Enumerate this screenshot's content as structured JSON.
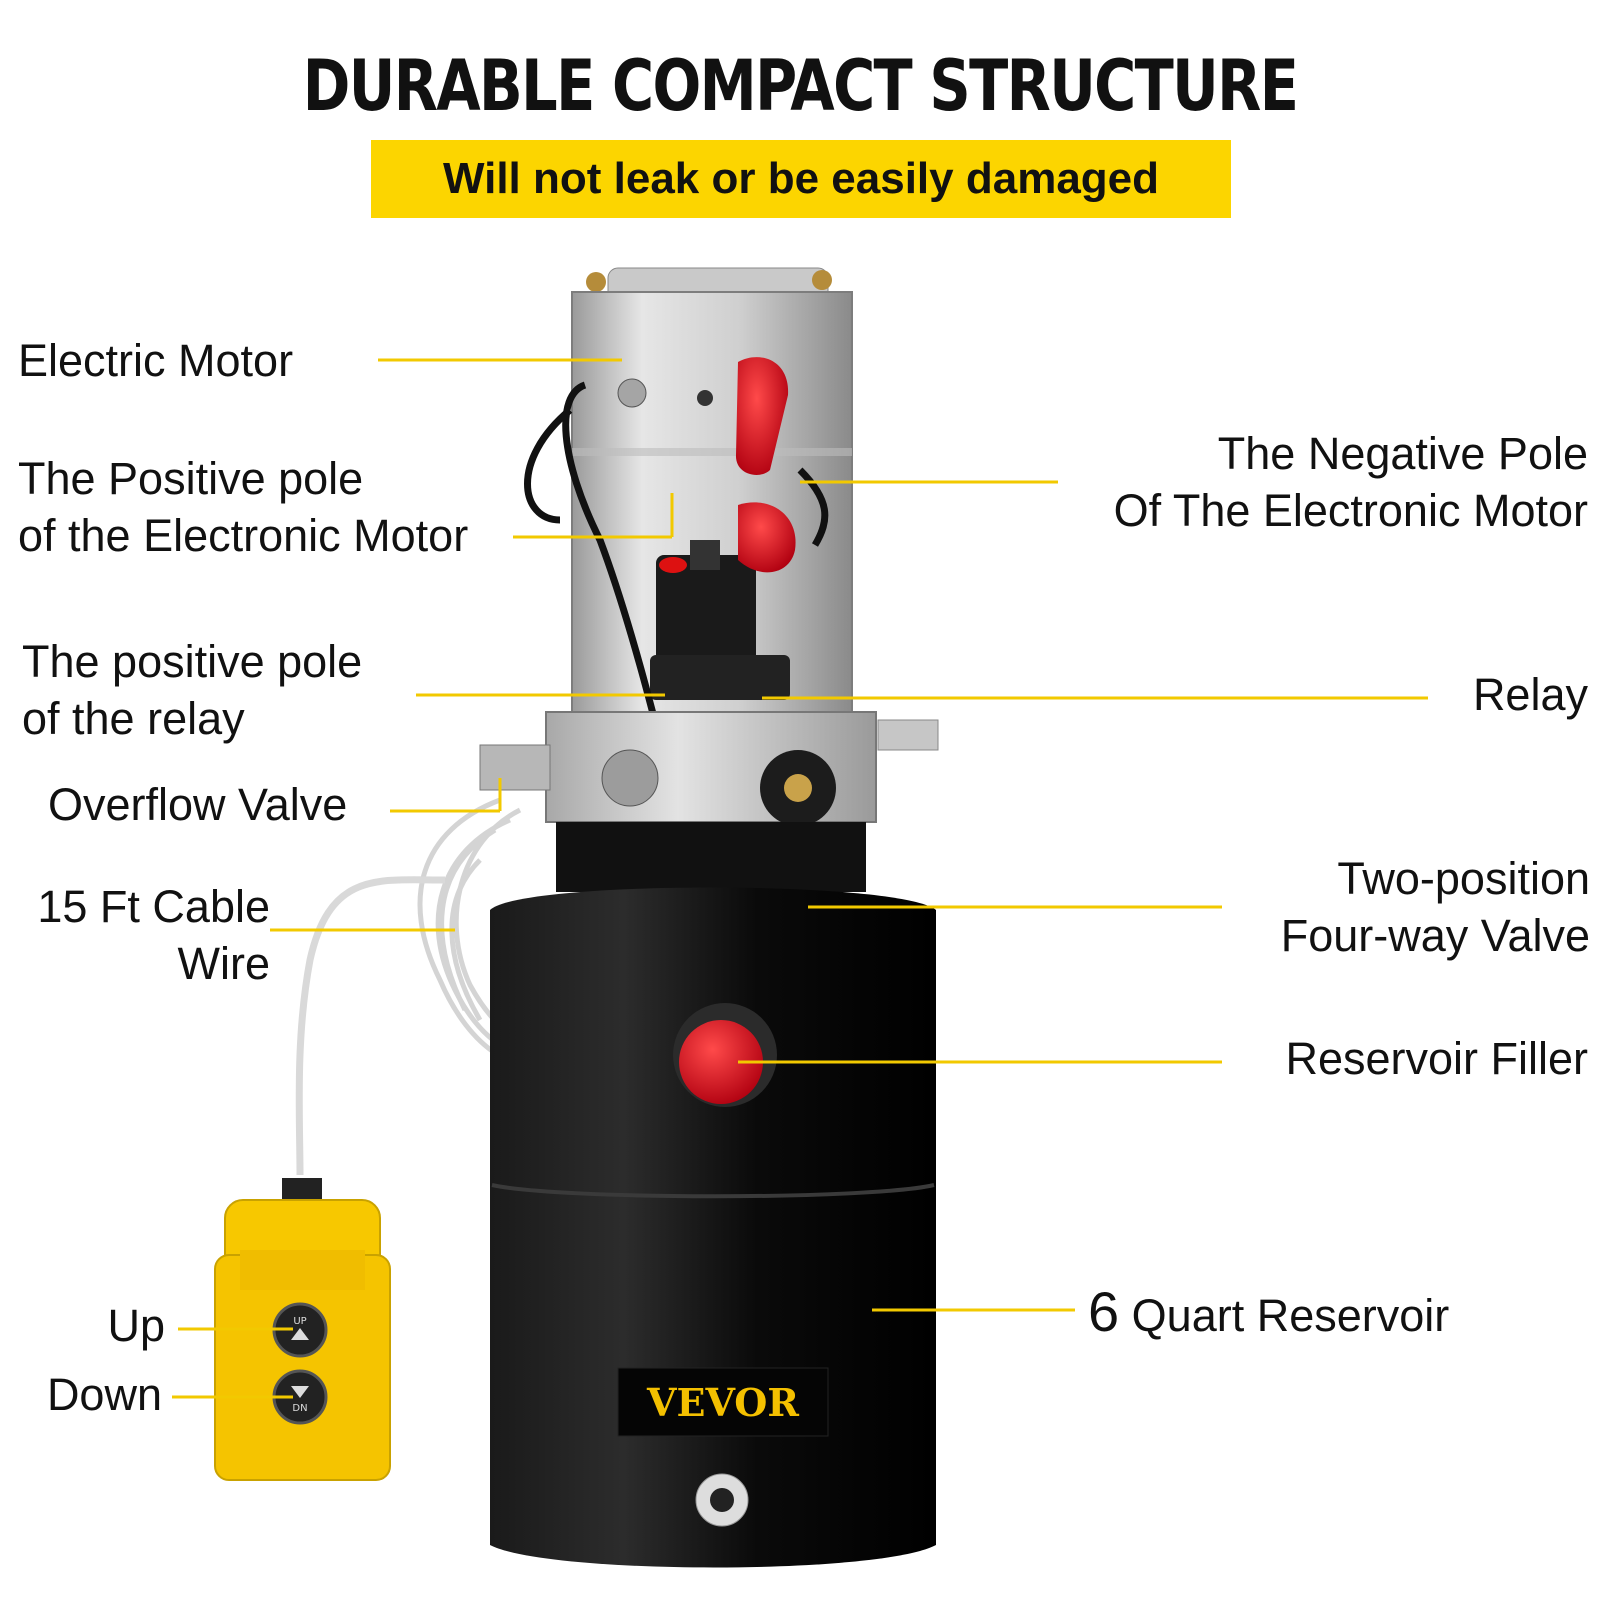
{
  "header": {
    "title": "DURABLE COMPACT STRUCTURE",
    "subtitle": "Will not leak or be easily damaged"
  },
  "callouts": {
    "electric_motor": "Electric Motor",
    "positive_pole_motor_line1": "The Positive pole",
    "positive_pole_motor_line2": "of the Electronic Motor",
    "positive_pole_relay_line1": "The positive pole",
    "positive_pole_relay_line2": "of the relay",
    "overflow_valve": "Overflow Valve",
    "cable_line1": "15 Ft Cable",
    "cable_line2": "Wire",
    "up": "Up",
    "down": "Down",
    "negative_pole_line1": "The Negative Pole",
    "negative_pole_line2": "Of The Electronic Motor",
    "relay": "Relay",
    "four_way_line1": "Two-position",
    "four_way_line2": "Four-way Valve",
    "reservoir_filler": "Reservoir Filler",
    "reservoir_number": "6",
    "reservoir_text": "Quart Reservoir"
  },
  "product": {
    "brand": "VEVOR",
    "remote_up_button": "UP",
    "remote_down_button": "DN"
  },
  "colors": {
    "accent": "#fcd500",
    "text": "#111111",
    "tank": "#0d0d0d",
    "cap": "#e0151e"
  }
}
